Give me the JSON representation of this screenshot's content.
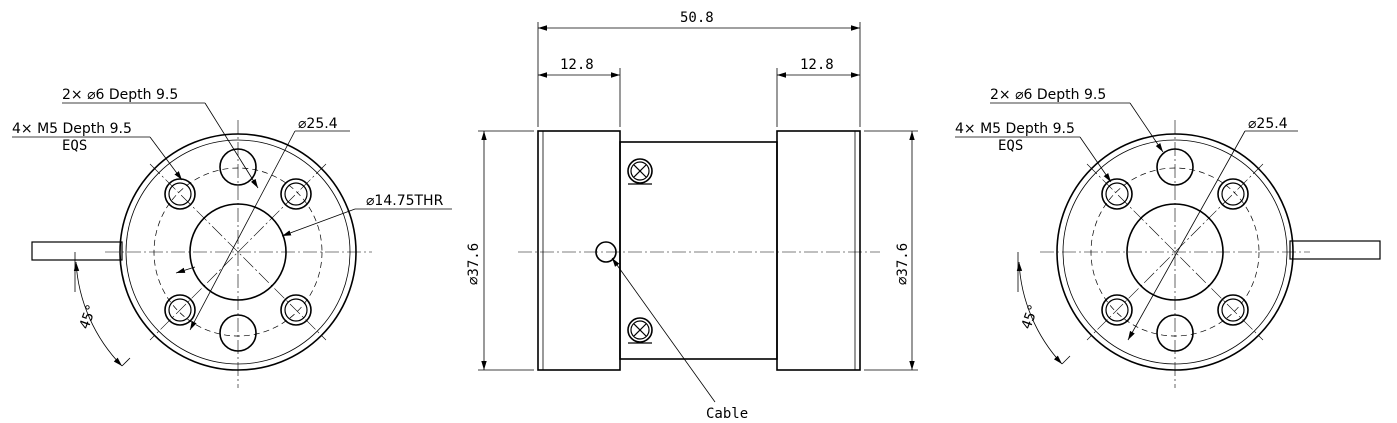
{
  "side_view": {
    "overall_length": "50.8",
    "flange_left": "12.8",
    "flange_right": "12.8",
    "diameter_left": "⌀37.6",
    "diameter_right": "⌀37.6",
    "cable_label": "Cable"
  },
  "left_end_view": {
    "hole_callout": "2× ⌀6 Depth 9.5",
    "thread_callout": "4× M5 Depth 9.5",
    "eqs_label": "EQS",
    "pcd_label": "⌀25.4",
    "bore_label": "⌀14.75THR",
    "angle_label": "45°"
  },
  "right_end_view": {
    "hole_callout": "2× ⌀6  Depth  9.5",
    "thread_callout": "4× M5 Depth 9.5",
    "eqs_label": "EQS",
    "pcd_label": "⌀25.4",
    "angle_label": "45°"
  }
}
